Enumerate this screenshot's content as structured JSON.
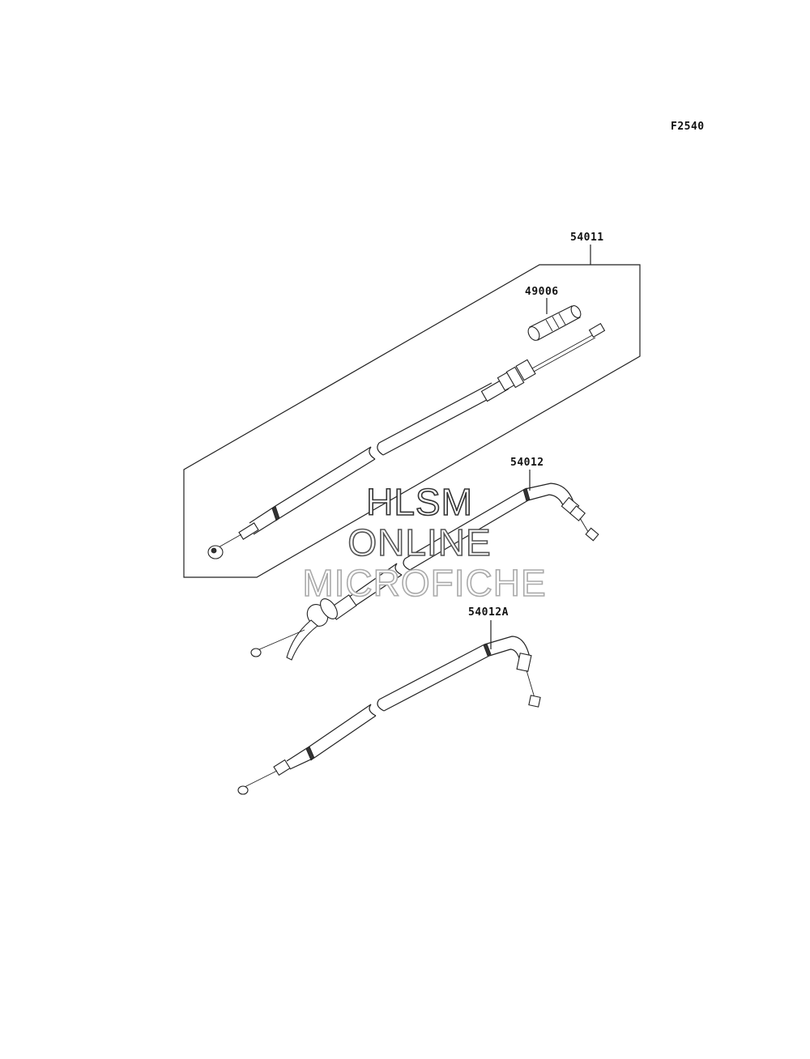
{
  "figure_code": "F2540",
  "parts": {
    "p54011": "54011",
    "p49006": "49006",
    "p54012": "54012",
    "p54012a": "54012A"
  },
  "watermark": {
    "line1": "HLSM",
    "line2": "ONLINE",
    "line3": "MICROFICHE",
    "color1": "#333333",
    "color2": "#555555",
    "color3": "#aaaaaa"
  }
}
